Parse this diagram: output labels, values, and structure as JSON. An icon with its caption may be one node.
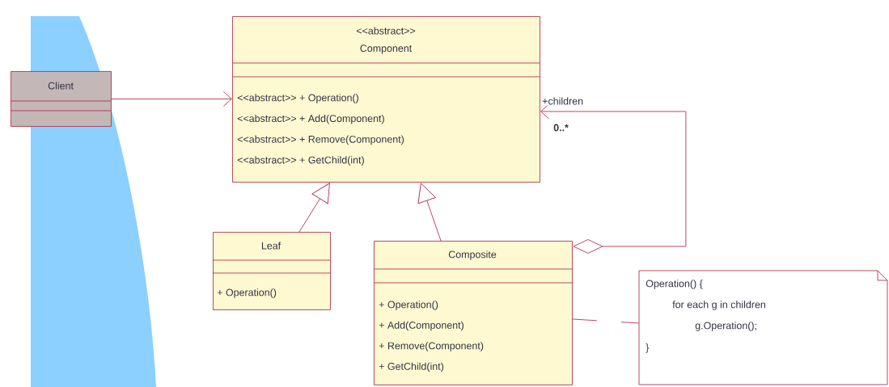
{
  "diagram": {
    "nodes": [
      {
        "text": [
          "Client"
        ]
      },
      {
        "text": [
          "<<abstract>>",
          "Component",
          "<<abstract>> + Operation()",
          "<<abstract>> + Add(Component)",
          "<<abstract>> + Remove(Component)",
          "<<abstract>> + GetChild(int)"
        ]
      },
      {
        "text": [
          "Leaf",
          "+ Operation()"
        ]
      },
      {
        "text": [
          "Composite",
          "+ Operation()",
          "+ Add(Component)",
          "+ Remove(Component)",
          "+ GetChild(int)"
        ]
      },
      {
        "text": [
          "Operation() {",
          "for each g in children",
          "g.Operation();",
          "}"
        ]
      }
    ],
    "edges": [
      {
        "from": 0,
        "to": 1,
        "arrow": "to"
      },
      {
        "from": 2,
        "to": 1,
        "arrow": "to"
      },
      {
        "from": 3,
        "to": 1,
        "arrow": "to"
      },
      {
        "from": 3,
        "to": 1,
        "arrow": "to",
        "label": "+children"
      },
      {
        "from": 3,
        "to": 4,
        "arrow": "none",
        "style": "dashed"
      }
    ],
    "labels": [
      "0..*"
    ]
  }
}
